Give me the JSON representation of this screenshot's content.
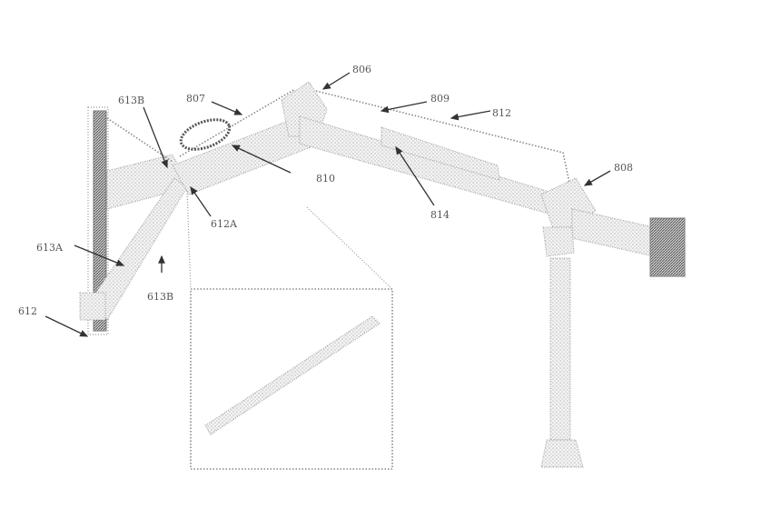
{
  "figure": {
    "labels": {
      "l806": "806",
      "l807": "807",
      "l809": "809",
      "l812": "812",
      "l808": "808",
      "l613b_top": "613B",
      "l810": "810",
      "l612a": "612A",
      "l814": "814",
      "l613a": "613A",
      "l613b_low": "613B",
      "l612": "612"
    }
  }
}
